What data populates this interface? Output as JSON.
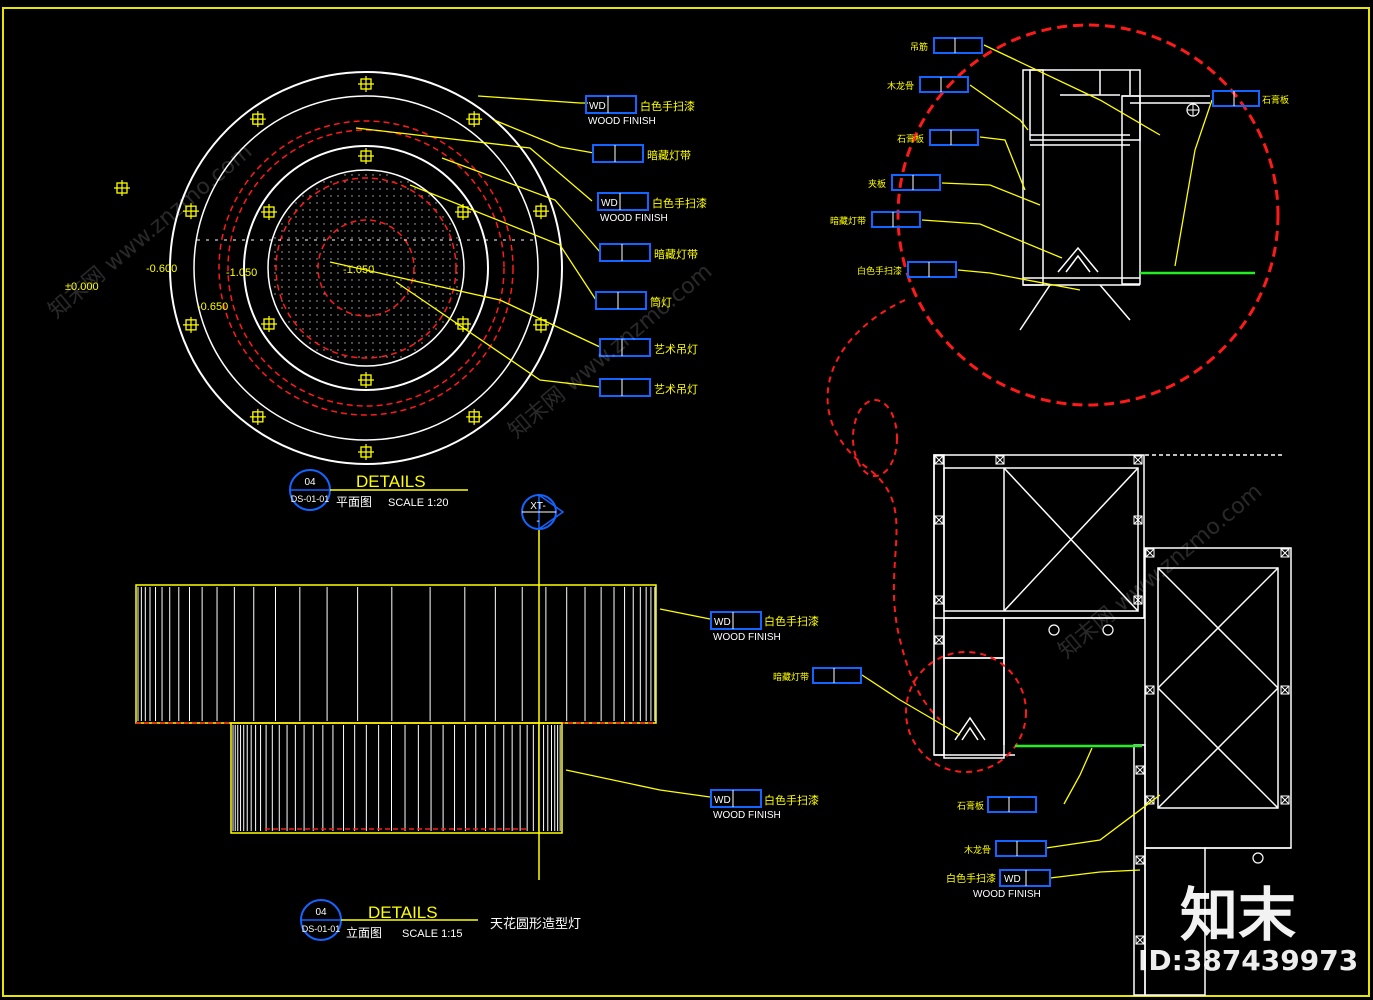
{
  "colors": {
    "background": "#000000",
    "frame": "#e6e600",
    "outline": "#ffffff",
    "dimension": "#ffff00",
    "hidden_line": "#ff1a1a",
    "tag_box": "#1464ff",
    "floor_line": "#22ee22"
  },
  "plan": {
    "title": "DETAILS",
    "subtitle": "平面图",
    "scale": "SCALE  1:20",
    "callout_top": "04",
    "callout_bottom": "DS-01-01",
    "levels": [
      "±0.000",
      "-0.600",
      "-1.050",
      "-0.650",
      "-1.050"
    ],
    "tags": [
      {
        "code": "WD",
        "name": "白色手扫漆",
        "sub": "WOOD  FINISH"
      },
      {
        "code": "",
        "name": "暗藏灯带",
        "sub": ""
      },
      {
        "code": "WD",
        "name": "白色手扫漆",
        "sub": "WOOD  FINISH"
      },
      {
        "code": "",
        "name": "暗藏灯带",
        "sub": ""
      },
      {
        "code": "",
        "name": "筒灯",
        "sub": ""
      },
      {
        "code": "",
        "name": "艺术吊灯",
        "sub": ""
      },
      {
        "code": "",
        "name": "艺术吊灯",
        "sub": ""
      }
    ]
  },
  "elevation": {
    "title": "DETAILS",
    "subtitle": "立面图",
    "scale": "SCALE  1:15",
    "callout_top": "04",
    "callout_bottom": "DS-01-01",
    "caption": "天花圆形造型灯",
    "section_mark_top": "XT-",
    "section_mark_bottom": "-",
    "tags": [
      {
        "code": "WD",
        "name": "白色手扫漆",
        "sub": "WOOD  FINISH"
      },
      {
        "code": "WD",
        "name": "白色手扫漆",
        "sub": "WOOD  FINISH"
      }
    ]
  },
  "detail_enlarged": {
    "tags": [
      {
        "name": "吊筋"
      },
      {
        "name": "木龙骨"
      },
      {
        "name": "石膏板"
      },
      {
        "name": "夹板"
      },
      {
        "name": "暗藏灯带"
      },
      {
        "name": "白色手扫漆"
      },
      {
        "name": "石膏板"
      }
    ]
  },
  "section": {
    "tags": [
      {
        "code": "",
        "name": "暗藏灯带",
        "sub": ""
      },
      {
        "code": "",
        "name": "石膏板",
        "sub": ""
      },
      {
        "code": "",
        "name": "木龙骨",
        "sub": ""
      },
      {
        "code": "WD",
        "name": "白色手扫漆",
        "sub": "WOOD  FINISH"
      }
    ]
  },
  "watermark": {
    "brand": "知末",
    "id_label": "ID:387439973",
    "repeat_text": "知末网 www.znzmo.com"
  }
}
